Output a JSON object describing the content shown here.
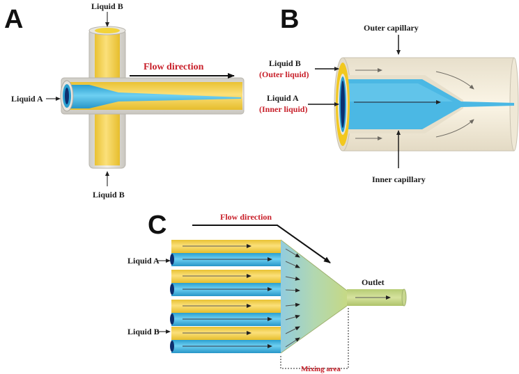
{
  "panels": {
    "a": {
      "letter": "A",
      "liquid_b_top": "Liquid B",
      "liquid_b_bottom": "Liquid B",
      "liquid_a": "Liquid A",
      "flow_direction": "Flow direction"
    },
    "b": {
      "letter": "B",
      "outer_capillary": "Outer capillary",
      "inner_capillary": "Inner capillary",
      "liquid_b": "Liquid B",
      "liquid_b_sub": "(Outer liquid)",
      "liquid_a": "Liquid A",
      "liquid_a_sub": "(Inner liquid)"
    },
    "c": {
      "letter": "C",
      "flow_direction": "Flow direction",
      "liquid_a": "Liquid A",
      "liquid_b": "Liquid B",
      "outlet": "Outlet",
      "mixing_area": "Mixing area"
    }
  },
  "colors": {
    "liquid_a": "#3cb3e2",
    "liquid_b": "#f9d85a",
    "capillary_wall": "#e4e2dc",
    "outer_fill": "#f6eed9",
    "mixed": "#c5d98a",
    "label_red": "#c8202a"
  }
}
